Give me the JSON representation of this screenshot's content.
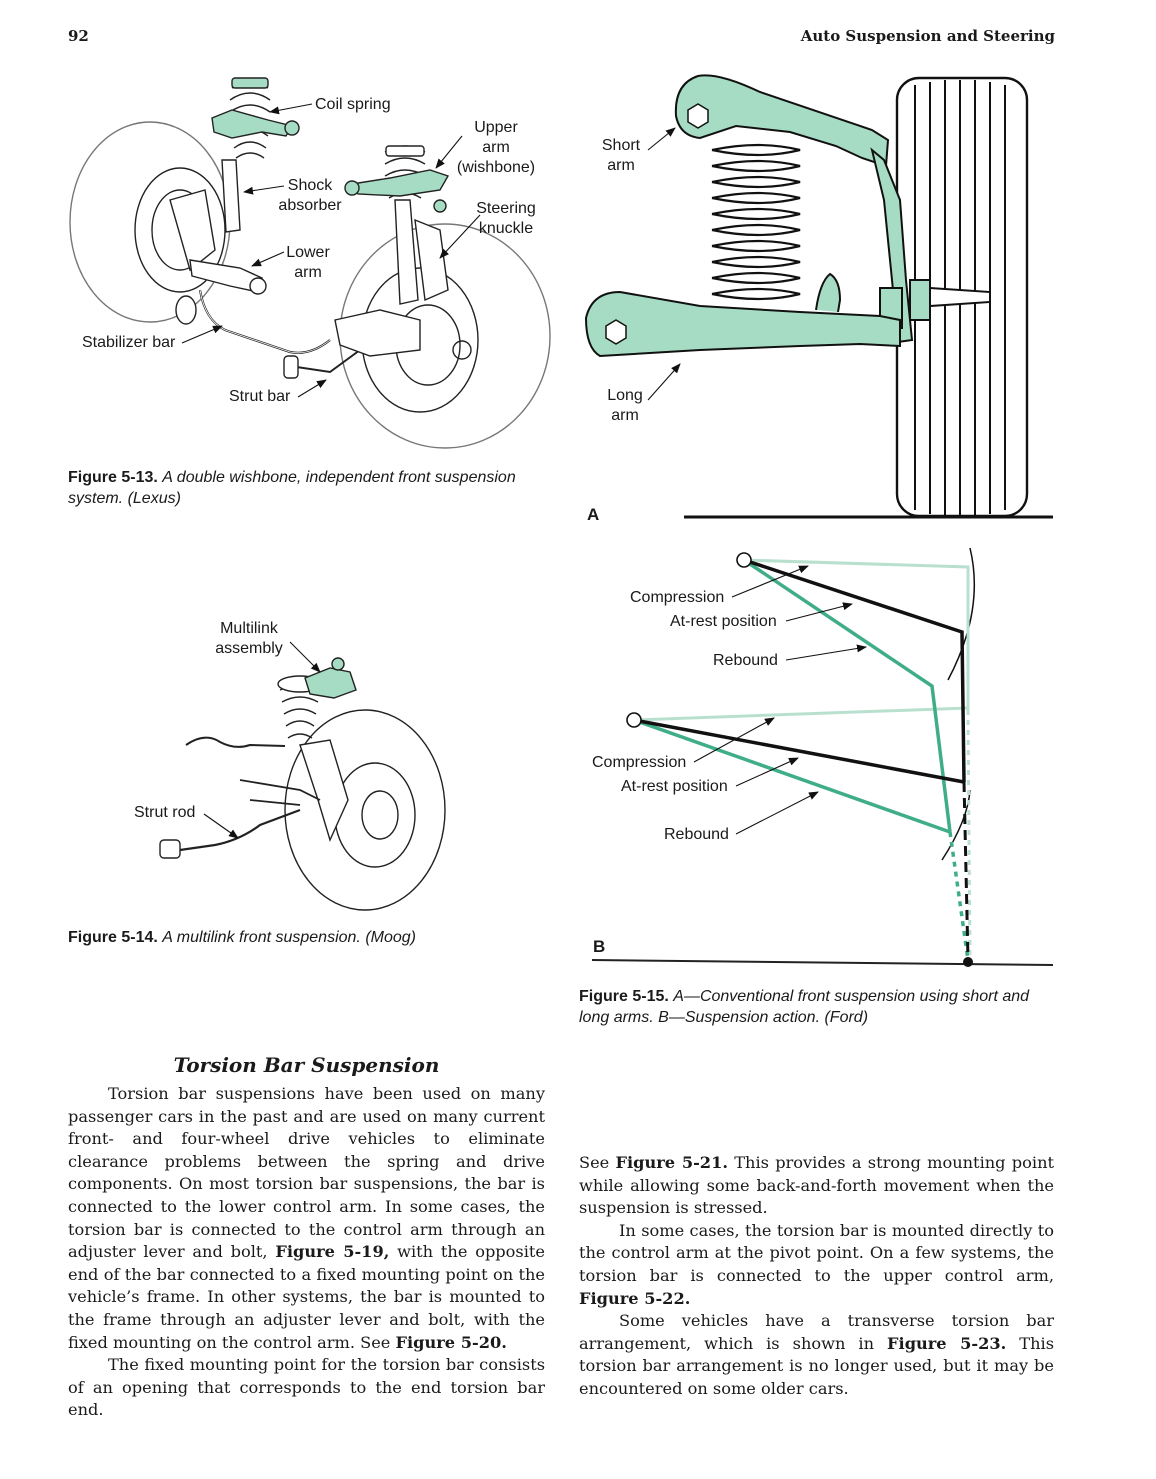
{
  "header": {
    "page_number": "92",
    "running_title": "Auto Suspension and Steering"
  },
  "fig13": {
    "labels": {
      "coil_spring": "Coil spring",
      "upper_arm": "Upper\narm\n(wishbone)",
      "shock_absorber": "Shock\nabsorber",
      "steering_knuckle": "Steering\nknuckle",
      "lower_arm": "Lower\narm",
      "stabilizer_bar": "Stabilizer bar",
      "strut_bar": "Strut bar"
    },
    "caption_label": "Figure 5-13.",
    "caption_text": "A double wishbone, independent front suspension system. (Lexus)"
  },
  "fig14": {
    "labels": {
      "multilink": "Multilink\nassembly",
      "strut_rod": "Strut rod"
    },
    "caption_label": "Figure 5-14.",
    "caption_text": "A multilink front suspension. (Moog)"
  },
  "fig15": {
    "panel_a": "A",
    "panel_b": "B",
    "labels": {
      "short_arm": "Short\narm",
      "long_arm": "Long\narm",
      "compression_top": "Compression",
      "at_rest_top": "At-rest position",
      "rebound_top": "Rebound",
      "compression_bottom": "Compression",
      "at_rest_bottom": "At-rest position",
      "rebound_bottom": "Rebound"
    },
    "caption_label": "Figure 5-15.",
    "caption_text": "A—Conventional front suspension using short and long arms. B—Suspension action. (Ford)"
  },
  "colors": {
    "part_green": "#a6dcc4",
    "rebound_green": "#3fae88",
    "compression_green": "#b9e0cf"
  },
  "section": {
    "heading": "Torsion Bar Suspension",
    "col1_p1_a": "Torsion bar suspensions have been used on many passenger cars in the past and are used on many current front- and four-wheel drive vehicles to eliminate clearance problems between the spring and drive components. On most torsion bar suspensions, the bar is connected to the lower control arm. In some cases, the torsion bar is connected to the control arm through an adjuster lever and bolt,",
    "col1_p1_ref1": "Figure 5-19,",
    "col1_p1_b": "with the opposite end of the bar connected to a fixed mounting point on the vehicle’s frame. In other systems, the bar is mounted to the frame through an adjuster lever and bolt, with the fixed mounting on the control arm. See",
    "col1_p1_ref2": "Figure 5-20.",
    "col1_p2": "The fixed mounting point for the torsion bar consists of an opening that corresponds to the end torsion bar end.",
    "col2_p1_a": "See",
    "col2_p1_ref": "Figure 5-21.",
    "col2_p1_b": "This provides a strong mounting point while allowing some back-and-forth movement when the suspension is stressed.",
    "col2_p2_a": "In some cases, the torsion bar is mounted directly to the control arm at the pivot point. On a few systems, the torsion bar is connected to the upper control arm,",
    "col2_p2_ref": "Figure 5-22.",
    "col2_p3_a": "Some vehicles have a transverse torsion bar arrangement, which is shown in",
    "col2_p3_ref": "Figure 5-23.",
    "col2_p3_b": "This torsion bar arrangement is no longer used, but it may be encountered on some older cars."
  }
}
